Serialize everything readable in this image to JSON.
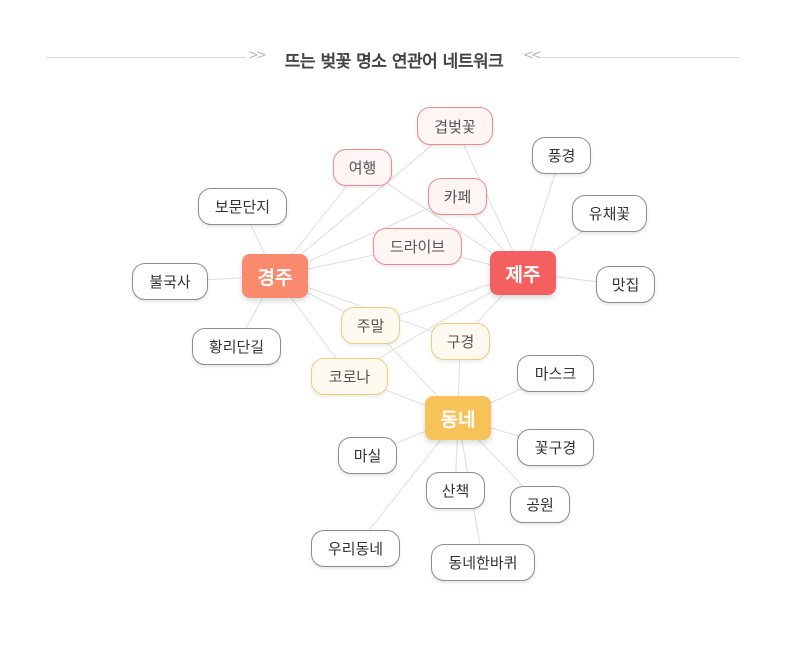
{
  "title": "뜨는 벚꽃 명소 연관어 네트워크",
  "colors": {
    "gyeongju": "#fa8a6e",
    "jeju": "#f46060",
    "dongne": "#f7c257"
  },
  "hubs": {
    "gyeongju": "경주",
    "jeju": "제주",
    "dongne": "동네"
  },
  "shared": {
    "gyeopbeotkkot": "겹벚꽃",
    "yeohaeng": "여행",
    "kape": "카페",
    "deuraibeu": "드라이브",
    "jumal": "주말",
    "gugyeong": "구경",
    "korona": "코로나"
  },
  "terms": {
    "bomundanji": "보문단지",
    "bulguksa": "불국사",
    "hwangnidangil": "황리단길",
    "punggyeong": "풍경",
    "yuchaekkot": "유채꽃",
    "matjip": "맛집",
    "maseukeu": "마스크",
    "kkotgugyeong": "꽃구경",
    "masil": "마실",
    "sanchaek": "산책",
    "gongwon": "공원",
    "uridongne": "우리동네",
    "dongnehanbakwi": "동네한바퀴"
  }
}
